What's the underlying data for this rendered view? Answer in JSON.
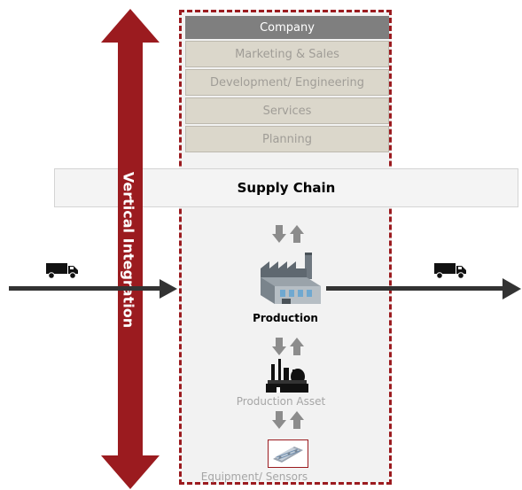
{
  "company": {
    "title": "Company",
    "layers": [
      "Marketing & Sales",
      "Development/ Engineering",
      "Services",
      "Planning"
    ]
  },
  "supply_chain": "Supply Chain",
  "vertical_integration": "Vertical Integration",
  "production": "Production",
  "production_asset": "Production Asset",
  "equipment": "Equipment/ Sensors",
  "colors": {
    "accent": "#9b1b1f",
    "company_header": "#7f7f7f",
    "layer_fill": "#dbd7cb",
    "flow_arrow": "#333333",
    "updown_arrow": "#8c8c8c"
  },
  "icons": {
    "truck": "truck-icon",
    "factory": "factory-icon",
    "plant": "industrial-plant-icon",
    "sensor": "sensor-icon",
    "updown": "up-down-arrows-icon"
  }
}
